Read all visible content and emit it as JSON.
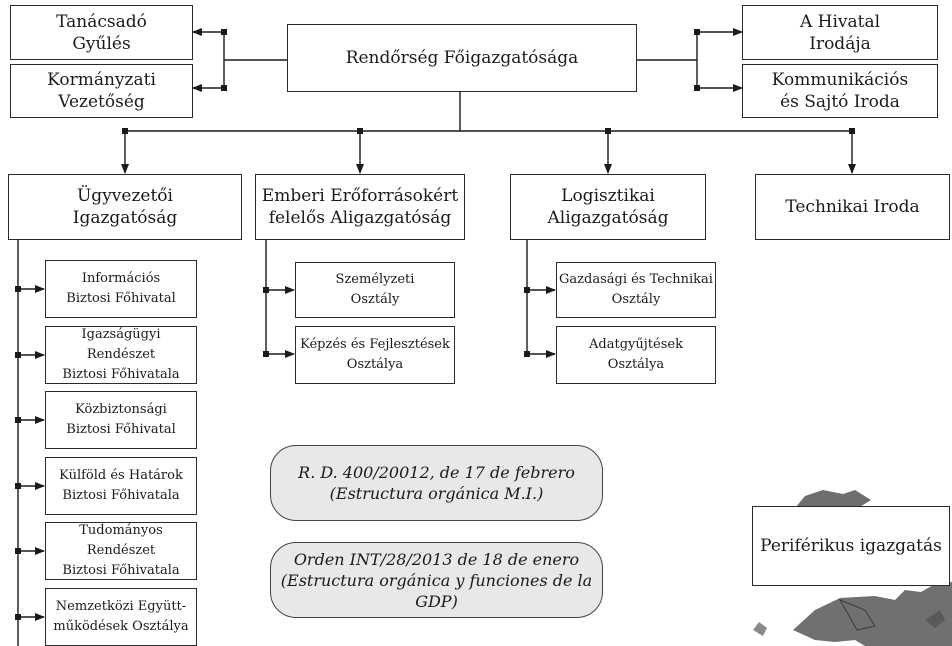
{
  "top": {
    "center": "Rendőrség Főigazgatósága",
    "left_upper": "Tanácsadó\nGyűlés",
    "left_lower": "Kormányzati\nVezetőség",
    "right_upper": "A Hivatal\nIrodája",
    "right_lower": "Kommunikációs\nés Sajtó Iroda"
  },
  "level2": {
    "ugyvezetoi": "Ügyvezetői\nIgazgatóság",
    "emberi": "Emberi Erőforrásokért\nfelelős Aligazgatóság",
    "logisztikai": "Logisztikai\nAligazgatóság",
    "technikai": "Technikai Iroda"
  },
  "ugyvezetoi_units": [
    "Információs\nBiztosi Főhivatal",
    "Igazságügyi Rendészet\nBiztosi Főhivatala",
    "Közbiztonsági\nBiztosi Főhivatal",
    "Külföld és Határok\nBiztosi Főhivatala",
    "Tudományos Rendészet\nBiztosi Főhivatala",
    "Nemzetközi Együtt-\nműködések Osztálya"
  ],
  "emberi_units": [
    "Személyzeti\nOsztály",
    "Képzés és Fejlesztések\nOsztálya"
  ],
  "logisztikai_units": [
    "Gazdasági és Technikai\nOsztály",
    "Adatgyűjtések\nOsztálya"
  ],
  "legal": {
    "rd_line1": "R. D. 400/20012, de 17 de febrero",
    "rd_line2": "(Estructura orgánica M.I.)",
    "orden_line1": "Orden INT/28/2013 de 18 de enero",
    "orden_line2": "(Estructura orgánica y funciones de la GDP)"
  },
  "periferikus": "Periférikus igazgatás"
}
